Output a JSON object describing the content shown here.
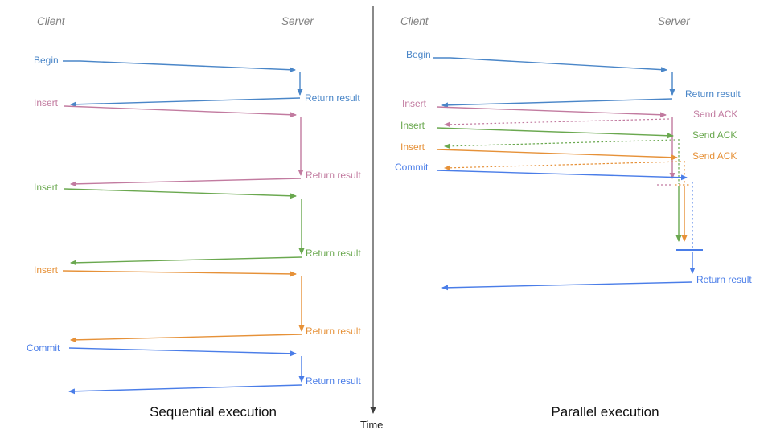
{
  "time_axis": {
    "label": "Time",
    "color": "#3d3d3d"
  },
  "colors": {
    "begin_blue": "#4a86c8",
    "insert_pink": "#c27ba0",
    "insert_green": "#6aa84f",
    "insert_orange": "#e69138",
    "commit_blue": "#4a7de8",
    "header_gray": "#808080"
  },
  "left_panel": {
    "caption": "Sequential execution",
    "client_header": "Client",
    "server_header": "Server",
    "messages": [
      {
        "request": "Begin",
        "response": "Return result"
      },
      {
        "request": "Insert",
        "response": "Return result"
      },
      {
        "request": "Insert",
        "response": "Return result"
      },
      {
        "request": "Insert",
        "response": "Return result"
      },
      {
        "request": "Commit",
        "response": "Return result"
      }
    ]
  },
  "right_panel": {
    "caption": "Parallel execution",
    "client_header": "Client",
    "server_header": "Server",
    "messages": [
      {
        "request": "Begin",
        "response": "Return result"
      },
      {
        "request": "Insert",
        "response": "Send ACK"
      },
      {
        "request": "Insert",
        "response": "Send ACK"
      },
      {
        "request": "Insert",
        "response": "Send ACK"
      },
      {
        "request": "Commit",
        "response": "Return result"
      }
    ]
  }
}
